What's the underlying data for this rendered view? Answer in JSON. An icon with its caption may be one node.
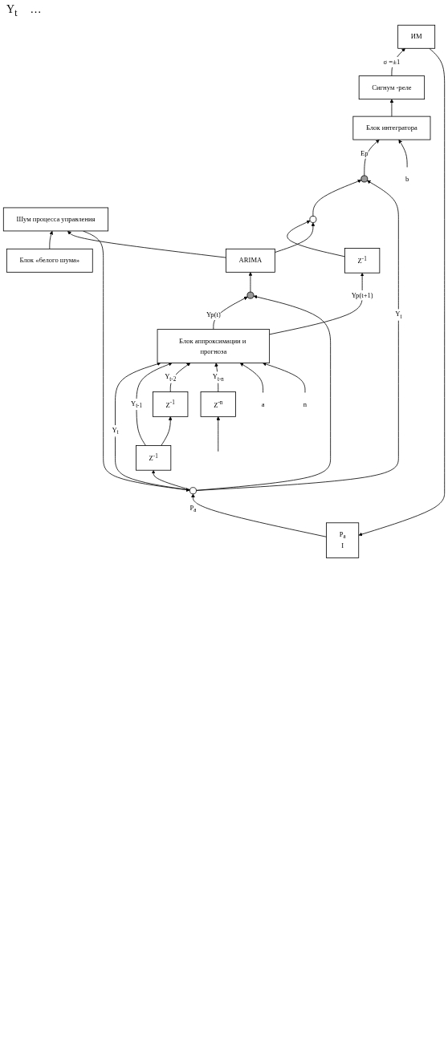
{
  "diagram": {
    "nodes": [
      {
        "text": [
          "P$_{a}$",
          "I"
        ]
      },
      {
        "text": [
          "Блок «белого шума»"
        ]
      },
      {
        "text": [
          "Шум процесса управления"
        ]
      },
      {
        "text": [],
        "shape": "circle"
      },
      {
        "text": [
          "Блок аппроксимации и прогноза"
        ]
      },
      {
        "text": [
          "Z$^{-1}$"
        ]
      },
      {
        "text": [
          "Z$^{-1}$"
        ]
      },
      {
        "text": [
          "Z$^{-n}$"
        ]
      },
      {
        "text": [
          "Z$^{-1}$"
        ]
      },
      {
        "text": [],
        "shape": "circle"
      },
      {
        "text": [],
        "shape": "circle"
      },
      {
        "text": [
          "Блок интегратора"
        ]
      },
      {
        "text": [
          "Сигнум -реле"
        ]
      },
      {
        "text": [
          "ИМ"
        ]
      },
      {
        "text": [],
        "shape": "circle"
      },
      {
        "text": [
          "ARIMA"
        ]
      },
      {
        "text": [
          "a"
        ]
      },
      {
        "text": [
          "n"
        ]
      },
      {
        "text": [
          "b"
        ]
      }
    ],
    "edges": [
      {
        "from": 0,
        "to": 3,
        "arrow": "to",
        "label": "P$_{a}$"
      },
      {
        "from": 1,
        "to": 2,
        "arrow": "to"
      },
      {
        "from": 2,
        "to": 3,
        "arrow": "to"
      },
      {
        "from": 3,
        "to": 4,
        "arrow": "to",
        "label": "Y$_{t}$"
      },
      {
        "from": 3,
        "to": 5,
        "arrow": "to"
      },
      {
        "from": 5,
        "to": 4,
        "arrow": "to",
        "label": "Y$_{t-1}$"
      },
      {
        "from": 5,
        "to": 6,
        "arrow": "to"
      },
      {
        "from": 6,
        "to": 4,
        "arrow": "to",
        "label": "Y$_{t-2}$"
      },
      {
        "from": null,
        "to": 7,
        "arrow": "to"
      },
      {
        "from": 7,
        "to": 4,
        "arrow": "to",
        "label": "Y$_{t-n}$"
      },
      {
        "from": 16,
        "to": 4,
        "arrow": "to"
      },
      {
        "from": 17,
        "to": 4,
        "arrow": "to"
      },
      {
        "from": 4,
        "to": 8,
        "arrow": "to",
        "label": "Yp(t+1)"
      },
      {
        "from": 8,
        "to": 9,
        "arrow": "to"
      },
      {
        "from": 9,
        "to": 10,
        "arrow": "to"
      },
      {
        "from": 3,
        "to": 10,
        "arrow": "to",
        "label": "Y$_{t}$"
      },
      {
        "from": 10,
        "to": 11,
        "arrow": "to",
        "label": "Ep"
      },
      {
        "from": 18,
        "to": 11,
        "arrow": "to"
      },
      {
        "from": 11,
        "to": 12,
        "arrow": "to"
      },
      {
        "from": 12,
        "to": 13,
        "arrow": "to",
        "label": "σ =±1"
      },
      {
        "from": 13,
        "to": 0,
        "arrow": "to"
      },
      {
        "from": 4,
        "to": 14,
        "arrow": "to",
        "label": "Yp(t)"
      },
      {
        "from": 3,
        "to": 14,
        "arrow": "to"
      },
      {
        "from": 14,
        "to": 15,
        "arrow": "to"
      },
      {
        "from": 15,
        "to": 9,
        "arrow": "to"
      },
      {
        "from": 15,
        "to": 2,
        "arrow": "to"
      }
    ],
    "labels": [
      "Y$_{t}$",
      "…"
    ]
  }
}
